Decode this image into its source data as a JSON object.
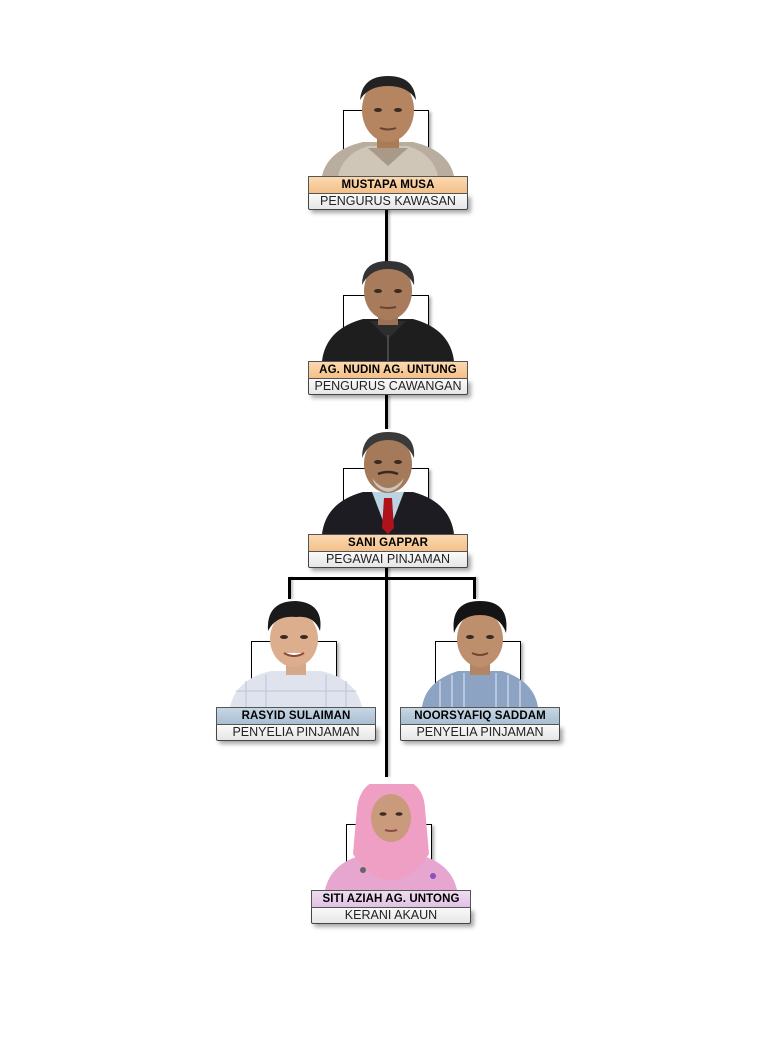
{
  "org_chart": {
    "colors": {
      "manager_name_bg": "#f7c99a",
      "supervisor_name_bg": "#b8cbdb",
      "clerk_name_bg": "#e8d0ea",
      "title_bg": "#efefef",
      "connector": "#000000"
    },
    "nodes": [
      {
        "id": "mustapa",
        "name": "MUSTAPA MUSA",
        "title": "PENGURUS KAWASAN",
        "level": 1,
        "photo": "portrait-man-striped-shirt"
      },
      {
        "id": "nudin",
        "name": "AG. NUDIN AG. UNTUNG",
        "title": "PENGURUS CAWANGAN",
        "level": 2,
        "photo": "portrait-man-black-jacket"
      },
      {
        "id": "sani",
        "name": "SANI GAPPAR",
        "title": "PEGAWAI PINJAMAN",
        "level": 3,
        "photo": "portrait-man-suit-red-tie"
      },
      {
        "id": "rasyid",
        "name": "RASYID SULAIMAN",
        "title": "PENYELIA PINJAMAN",
        "level": 4,
        "photo": "portrait-man-plaid-shirt"
      },
      {
        "id": "noorsyafiq",
        "name": "NOORSYAFIQ SADDAM",
        "title": "PENYELIA PINJAMAN",
        "level": 4,
        "photo": "portrait-man-blue-striped-shirt"
      },
      {
        "id": "siti",
        "name": "SITI AZIAH AG. UNTONG",
        "title": "KERANI AKAUN",
        "level": 5,
        "photo": "portrait-woman-pink-hijab"
      }
    ]
  }
}
